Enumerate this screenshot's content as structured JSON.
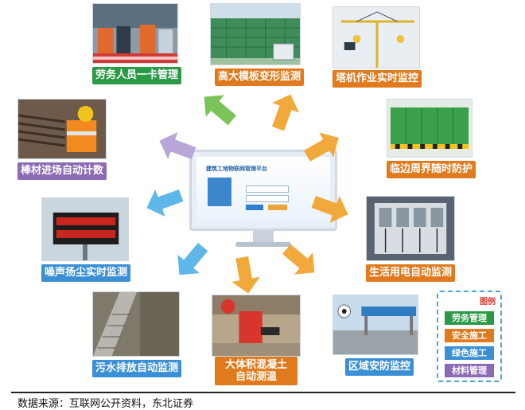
{
  "platform": {
    "screen_title": "建筑工地物联网管理平台"
  },
  "modules": [
    {
      "id": "labor",
      "label": "劳务人员一卡管理",
      "color": "#2a9a46",
      "category": "劳务管理"
    },
    {
      "id": "formwork",
      "label": "高大模板变形监测",
      "color": "#e07a1d",
      "category": "安全施工"
    },
    {
      "id": "crane",
      "label": "塔机作业实时监控",
      "color": "#e07a1d",
      "category": "安全施工"
    },
    {
      "id": "edge",
      "label": "临边周界随时防护",
      "color": "#e07a1d",
      "category": "安全施工"
    },
    {
      "id": "power",
      "label": "生活用电自动监测",
      "color": "#e07a1d",
      "category": "安全施工"
    },
    {
      "id": "security",
      "label": "区域安防监控",
      "color": "#3a8fd6",
      "category": "绿色施工"
    },
    {
      "id": "concrete",
      "label": "大体积混凝土自动测温",
      "label_line1": "大体积混凝土",
      "label_line2": "自动测温",
      "color": "#e07a1d",
      "category": "安全施工"
    },
    {
      "id": "sewage",
      "label": "污水排放自动监测",
      "color": "#3a8fd6",
      "category": "绿色施工"
    },
    {
      "id": "noise",
      "label": "噪声扬尘实时监测",
      "color": "#3a8fd6",
      "category": "绿色施工"
    },
    {
      "id": "rebar",
      "label": "棒材进场自动计数",
      "color": "#8b6bb5",
      "category": "材料管理"
    }
  ],
  "legend": {
    "title": "图例",
    "items": [
      {
        "label": "劳务管理",
        "color": "#2a9a46"
      },
      {
        "label": "安全施工",
        "color": "#e07a1d"
      },
      {
        "label": "绿色施工",
        "color": "#3a8fd6"
      },
      {
        "label": "材料管理",
        "color": "#8b6bb5"
      }
    ]
  },
  "arrow_colors": {
    "green": "#7cc35a",
    "orange": "#f2a93b",
    "blue": "#5fb6e8",
    "purple": "#b9a6d8"
  },
  "source": "数据来源：互联网公开资料，东北证券"
}
